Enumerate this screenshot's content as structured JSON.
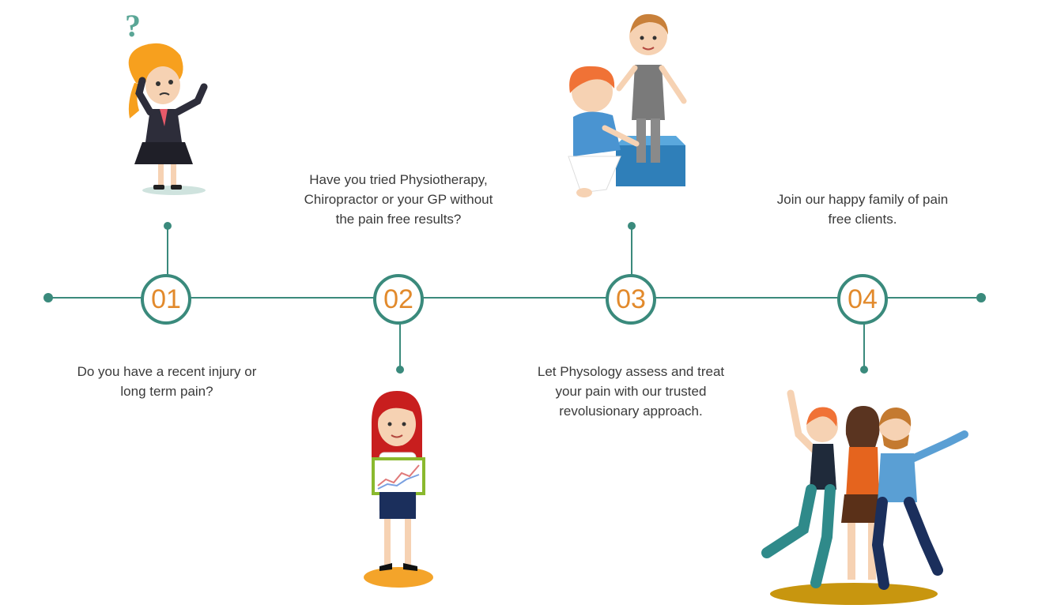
{
  "colors": {
    "teal": "#3a8a7c",
    "orange": "#e28a2c",
    "text": "#3a3a3a"
  },
  "steps": [
    {
      "number": "01",
      "caption": "Do you have a recent injury or long term pain?",
      "illustration": "confused-woman-icon"
    },
    {
      "number": "02",
      "caption": "Have you tried Physiotherapy, Chiropractor or your GP without the pain free results?",
      "illustration": "woman-with-chart-icon"
    },
    {
      "number": "03",
      "caption": "Let Physology assess and treat your pain with our trusted revolusionary approach.",
      "illustration": "therapist-with-patient-icon"
    },
    {
      "number": "04",
      "caption": "Join our happy family of pain free clients.",
      "illustration": "happy-group-icon"
    }
  ]
}
